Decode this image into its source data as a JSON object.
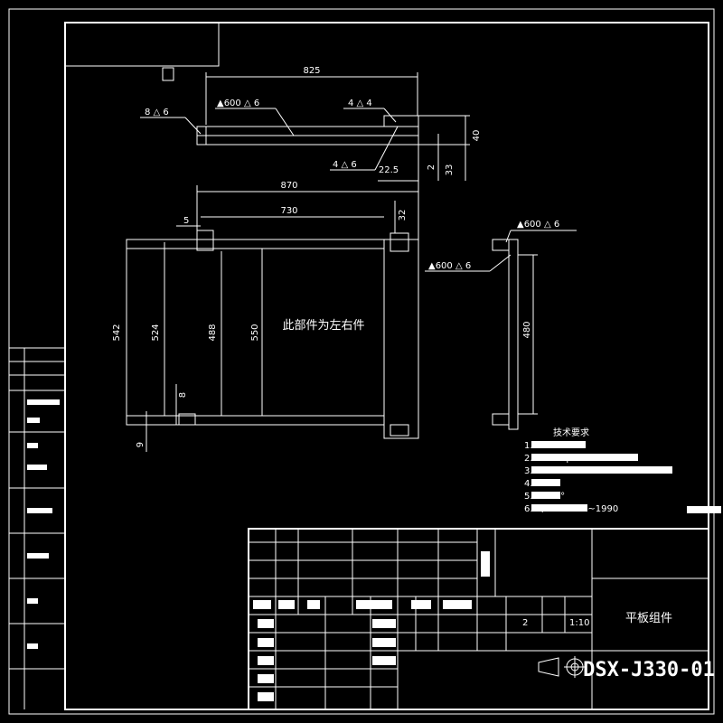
{
  "drawing": {
    "top_view": {
      "dim_length": "825",
      "dim_height": "40",
      "dim_offset_a": "22.5",
      "dim_offset_b": "2",
      "dim_offset_c": "33",
      "weld_1": "8 △ 6",
      "weld_2": "4 △ 4",
      "weld_3": "4 △ 6",
      "weld_4": "▲600 △ 6"
    },
    "front_view": {
      "dim_width_outer": "870",
      "dim_width_inner": "730",
      "dim_left_offset": "5",
      "dim_top_gap": "32",
      "dim_h1": "542",
      "dim_h2": "524",
      "dim_h3": "488",
      "dim_h4": "550",
      "dim_small_a": "8",
      "dim_small_b": "9",
      "note": "此部件为左右件"
    },
    "side_view": {
      "weld_top": "▲600 △ 6",
      "weld_mid": "▲600 △ 6",
      "dim_height": "480"
    },
    "tech_requirements": {
      "heading": "技术要求",
      "items": [
        "1.",
        "2.                                              0~100μm",
        "3.",
        "4.                    2.5",
        "5.                    3×45°",
        "6.                       B/T12600.5~1990"
      ]
    },
    "title_block": {
      "part_name": "平板组件",
      "drawing_no": "DSX-J330-01",
      "scale": "1:10",
      "qty": "2"
    },
    "icons": {
      "projection_symbol": "first-angle-projection-icon"
    }
  }
}
